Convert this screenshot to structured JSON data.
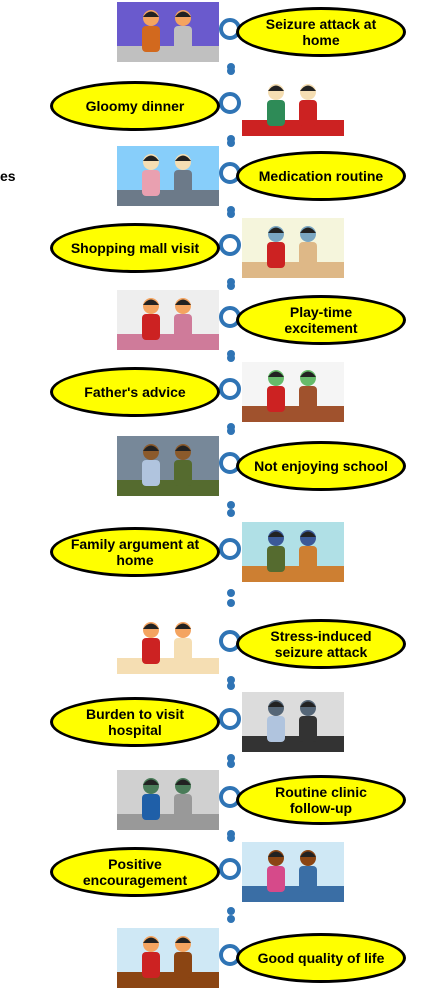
{
  "stray_text": "es",
  "steps": [
    {
      "label": "Seizure attack at home",
      "side": "right"
    },
    {
      "label": "Gloomy dinner",
      "side": "left"
    },
    {
      "label": "Medication routine",
      "side": "right"
    },
    {
      "label": "Shopping mall visit",
      "side": "left"
    },
    {
      "label": "Play-time excitement",
      "side": "right"
    },
    {
      "label": "Father's advice",
      "side": "left"
    },
    {
      "label": "Not enjoying school",
      "side": "right"
    },
    {
      "label": "Family argument at home",
      "side": "left"
    },
    {
      "label": "Stress-induced seizure attack",
      "side": "right"
    },
    {
      "label": "Burden to visit hospital",
      "side": "left"
    },
    {
      "label": "Routine clinic follow-up",
      "side": "right"
    },
    {
      "label": "Positive encouragement",
      "side": "left"
    },
    {
      "label": "Good quality of life",
      "side": "right"
    }
  ],
  "colors": {
    "pill_fill": "#ffff00",
    "ring": "#2f74b5"
  }
}
